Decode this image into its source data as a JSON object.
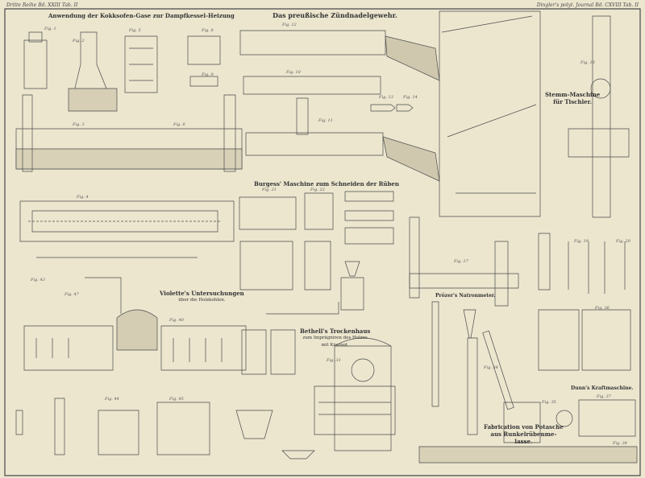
{
  "header": {
    "left": "Dritte Reihe Bd. XXIII Tab. II",
    "right": "Dingler's polyt. Journal Bd. CXVIII Tab. II"
  },
  "titles": {
    "kokksofen": "Anwendung der Kokksofen-Gase zur Dampfkessel-Heizung",
    "zuendnadel": "Das preußische Zündnadelgewehr.",
    "burgess": "Burgess' Maschine zum Schneiden der Rüben",
    "stemm_1": "Stemm-Maschine",
    "stemm_2": "für Tischler.",
    "violette_1": "Violette's Untersuchungen",
    "violette_2": "über die Holzkohlen.",
    "bethell_1": "Bethell's Trockenhaus",
    "bethell_2": "zum Imprägniren des Holzes",
    "bethell_3": "mit Kreosot.",
    "natronmeter": "Prözer's Natronmeter.",
    "dunn": "Dunn's Kraftmaschine.",
    "potasche_1": "Fabrication von Potasche",
    "potasche_2": "aus Runkelrübenme-",
    "potasche_3": "lasse."
  },
  "figs": [
    "Fig. 1",
    "Fig. 2",
    "Fig. 3",
    "Fig. 4",
    "Fig. 5",
    "Fig. 6",
    "Fig. 8",
    "Fig. 9",
    "Fig. 10",
    "Fig. 11",
    "Fig. 12",
    "Fig. 13",
    "Fig. 14",
    "Fig. 16",
    "Fig. 17",
    "Fig. 19",
    "Fig. 20",
    "Fig. 21",
    "Fig. 22",
    "Fig. 31",
    "Fig. 34",
    "Fig. 35",
    "Fig. 36",
    "Fig. 37",
    "Fig. 38",
    "Fig. 40",
    "Fig. 43",
    "Fig. 44",
    "Fig. 45",
    "Fig. 47"
  ],
  "colors": {
    "paper": "#ece6cf",
    "ink": "#4a4a4a"
  }
}
